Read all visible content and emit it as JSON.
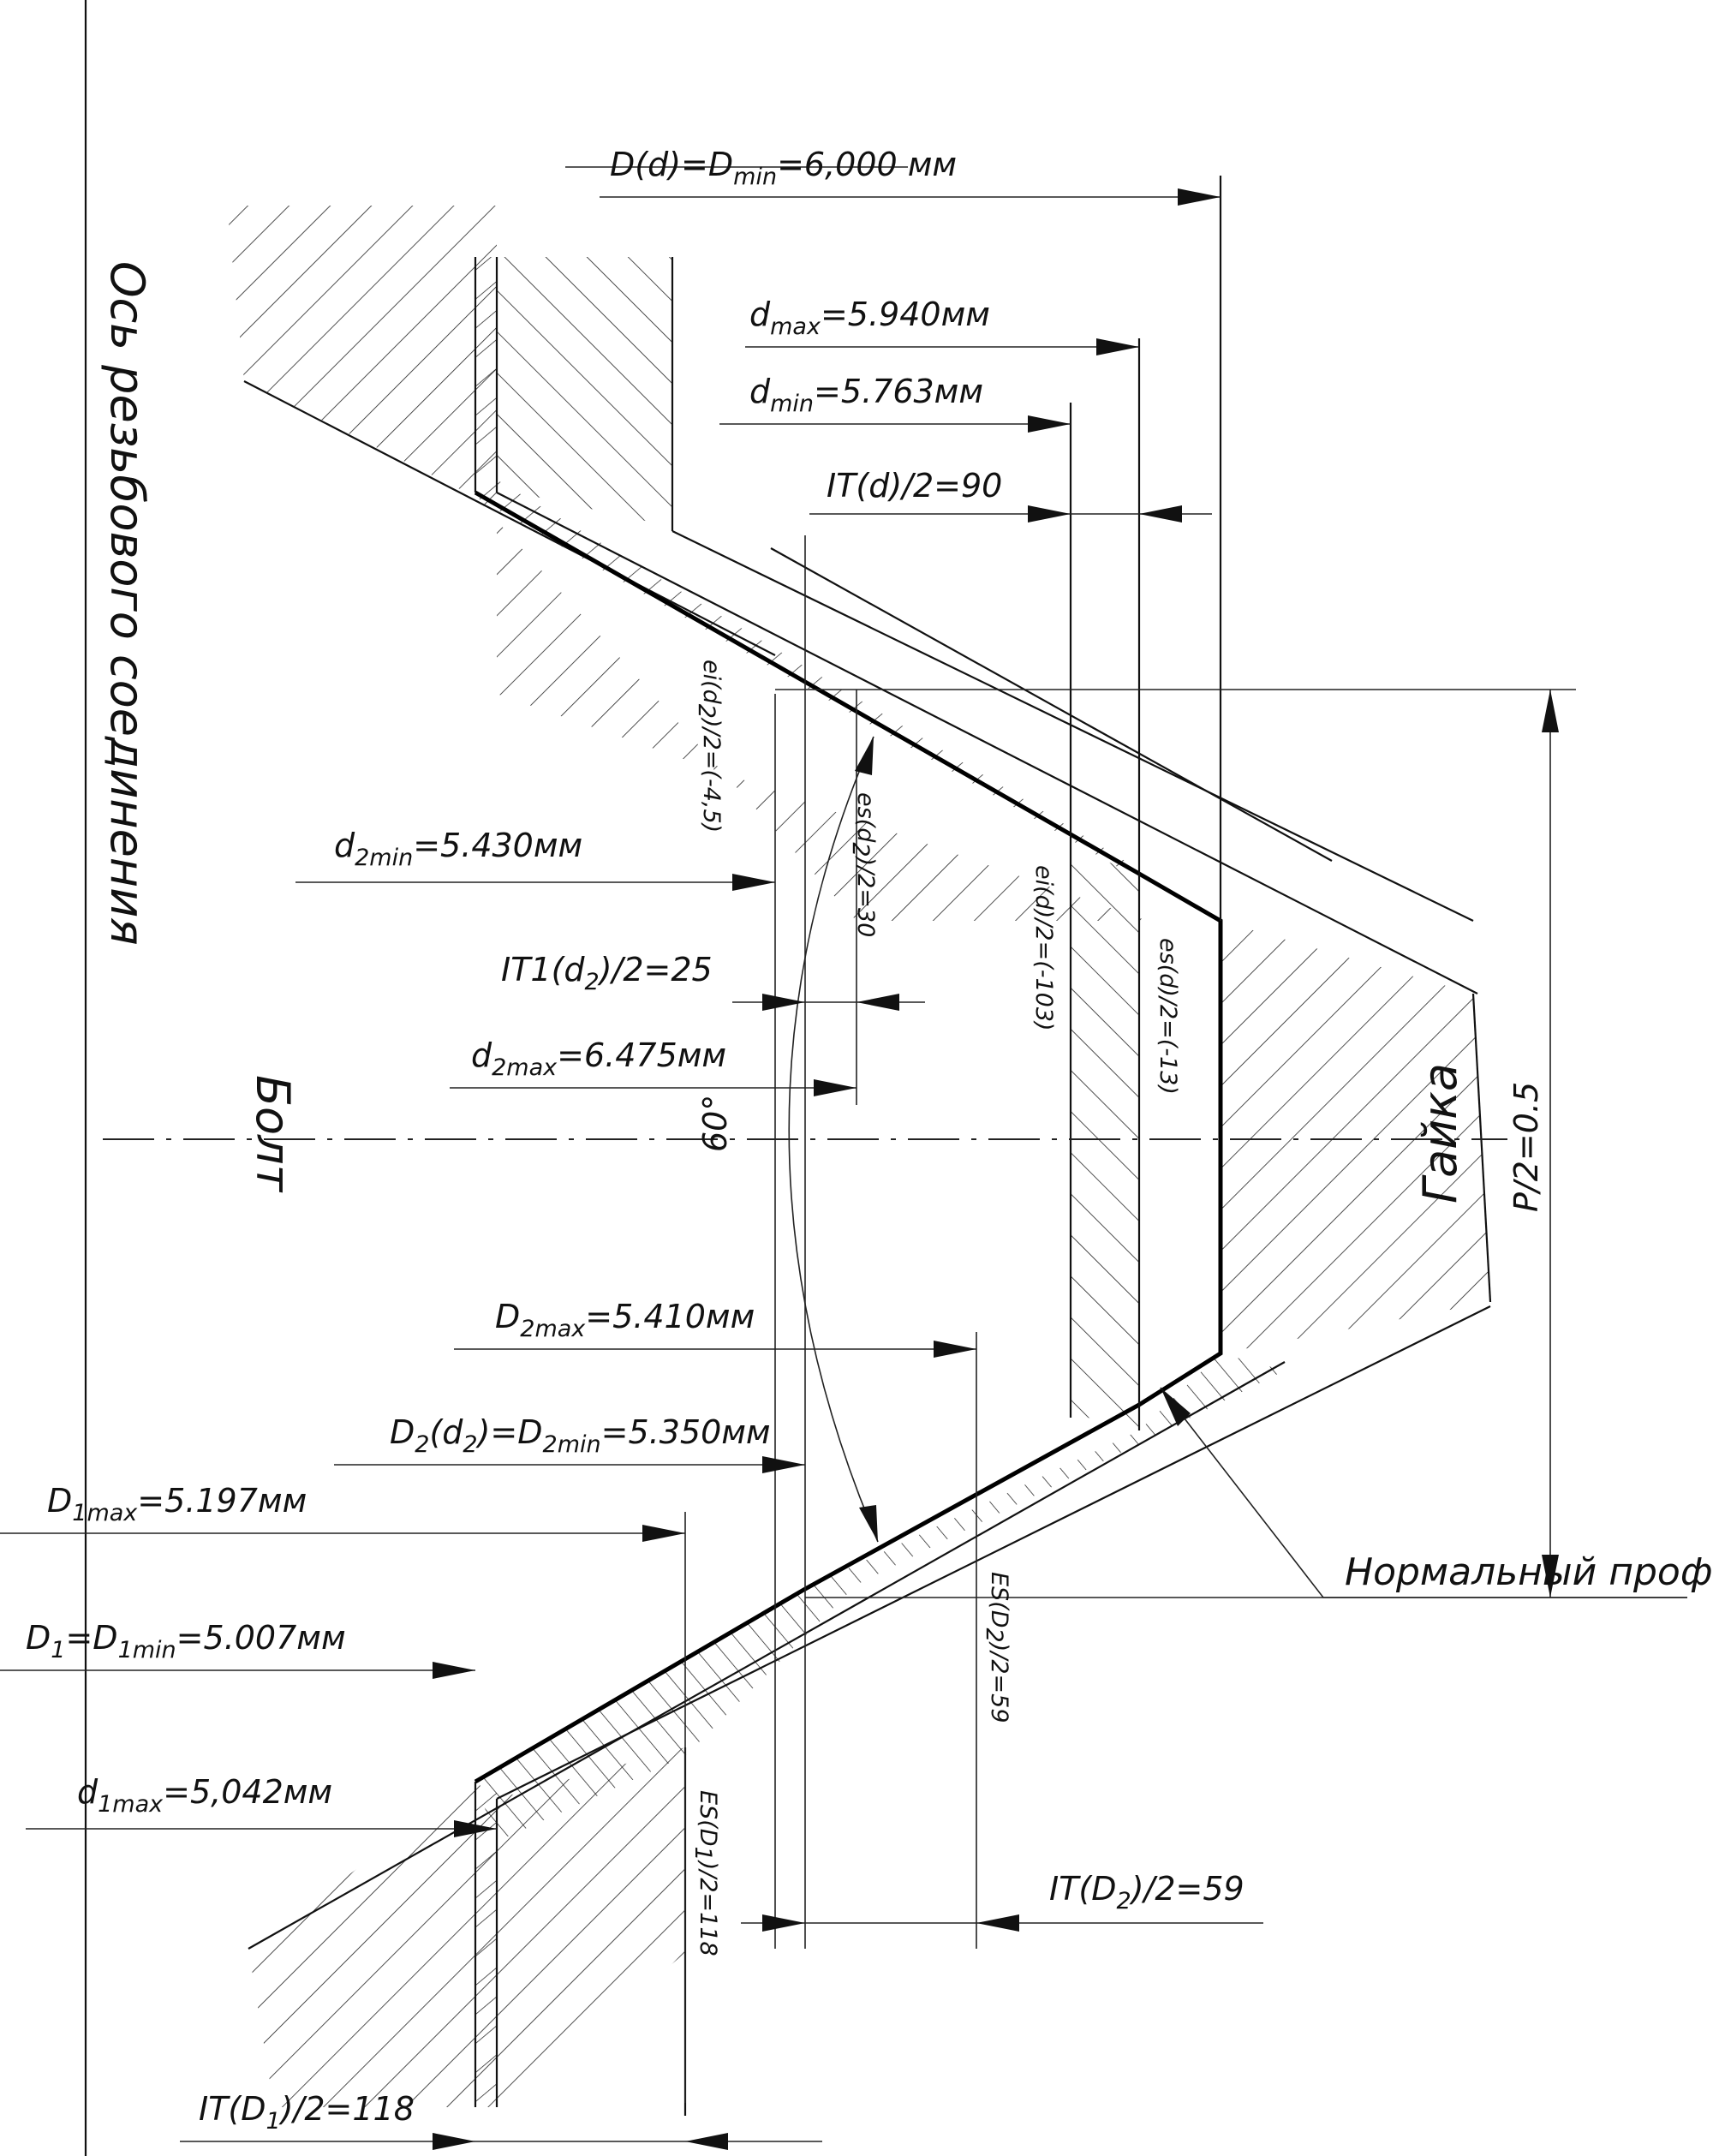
{
  "labels": {
    "axis_caption": "Ось резьбового соединения",
    "bolt": "Болт",
    "nut": "Гайка",
    "angle": "60°",
    "half_pitch": "P/2=0.5",
    "normal_profile": "Нормальный профиль",
    "D_d_Dmin": "D(d)=D",
    "D_d_Dmin_sub": "min",
    "D_d_Dmin_val": "=6,000 мм",
    "d_max": "d",
    "d_max_sub": "max",
    "d_max_val": "=5.940мм",
    "d_min": "d",
    "d_min_sub": "min",
    "d_min_val": "=5.763мм",
    "IT_d": "IT(d)/2=90",
    "ei_d2": "ei(d",
    "ei_d2_sub": "2",
    "ei_d2_val": ")/2=(-4,5)",
    "es_d2": "es(d",
    "es_d2_sub": "2",
    "es_d2_val": ")/2=30",
    "ei_d": "ei(d)/2=(-103)",
    "es_d": "es(d)/2=(-13)",
    "d2_min": "d",
    "d2_min_sub": "2min",
    "d2_min_val": "=5.430мм",
    "IT1_d2": "IT1(d",
    "IT1_d2_sub": "2",
    "IT1_d2_val": ")/2=25",
    "d2_max": "d",
    "d2_max_sub": "2max",
    "d2_max_val": "=6.475мм",
    "D2_max": "D",
    "D2_max_sub": "2max",
    "D2_max_val": "=5.410мм",
    "D2_d2": "D",
    "D2_d2_sub": "2",
    "D2_d2_mid": "(d",
    "D2_d2_mid_sub": "2",
    "D2_d2_end": ")=D",
    "D2_d2_end_sub": "2min",
    "D2_d2_val": "=5.350мм",
    "D1_max": "D",
    "D1_max_sub": "1max",
    "D1_max_val": "=5.197мм",
    "D1_D1min": "D",
    "D1_D1min_sub": "1",
    "D1_D1min_mid": "=D",
    "D1_D1min_mid_sub": "1min",
    "D1_D1min_val": "=5.007мм",
    "d1_max": "d",
    "d1_max_sub": "1max",
    "d1_max_val": "=5,042мм",
    "ES_D2": "ES(D",
    "ES_D2_sub": "2",
    "ES_D2_val": ")/2=59",
    "ES_D1": "ES(D",
    "ES_D1_sub": "1",
    "ES_D1_val": ")/2=118",
    "IT_D2": "IT(D",
    "IT_D2_sub": "2",
    "IT_D2_val": ")/2=59",
    "IT_D1": "IT(D",
    "IT_D1_sub": "1",
    "IT_D1_val": ")/2=118"
  }
}
